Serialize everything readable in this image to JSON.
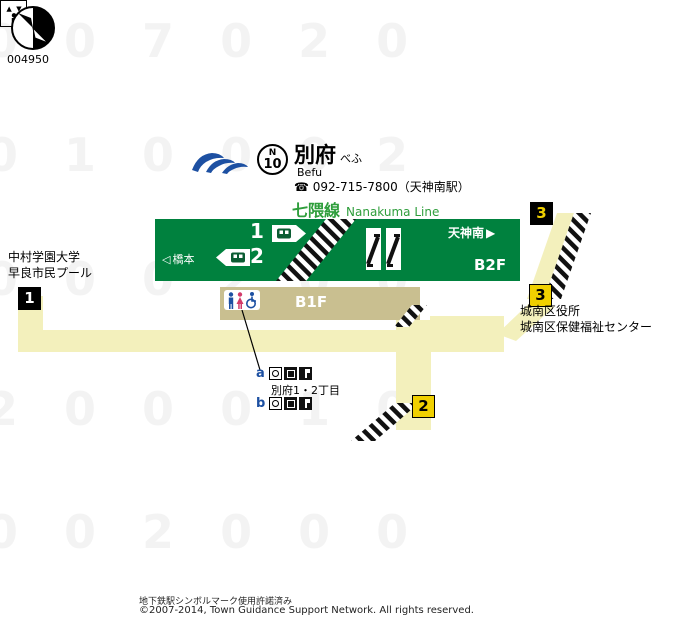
{
  "map_code": "004950",
  "header": {
    "line_letter": "N",
    "station_number": "10",
    "station_name": "別府",
    "station_kana": "べふ",
    "station_romaji": "Befu",
    "phone": "☎ 092-715-7800（天神南駅）",
    "line_name": "七隈線",
    "line_name_en": "Nanakuma Line"
  },
  "platform": {
    "floor_b2": "B2F",
    "floor_b1": "B1F",
    "platform_1": "1",
    "platform_2": "2",
    "direction_left_arrow": "◁",
    "direction_left": "橋本",
    "direction_right": "天神南",
    "direction_right_arrow": "▶"
  },
  "exits": {
    "exit_1": "1",
    "exit_2": "2",
    "exit_3_street": "3",
    "exit_3_concourse": "3"
  },
  "landmarks": {
    "left": [
      "中村学園大学",
      "早良市民プール"
    ],
    "right": [
      "城南区役所",
      "城南区保健福祉センター"
    ],
    "area_label": "別府1・2丁目",
    "point_a": "a",
    "point_b": "b"
  },
  "footer": {
    "license_note": "地下鉄駅シンボルマーク使用許諾済み",
    "copyright": "©2007-2014, Town Guidance Support Network. All rights reserved."
  },
  "colors": {
    "line_green": "#00813e",
    "text_green": "#2f9e3c",
    "concourse_tan": "#c9bf90",
    "path_yellow": "#f3f0bc",
    "exit_yellow": "#f0d000",
    "accent_blue": "#1d50a2"
  },
  "watermark_rows": [
    "0 0 7 0 2 0",
    "0 1 0 0 0 2",
    "0 0 0 2 0 0",
    "2 0 0 0 1 0",
    "0 0 2 0 0 0"
  ]
}
